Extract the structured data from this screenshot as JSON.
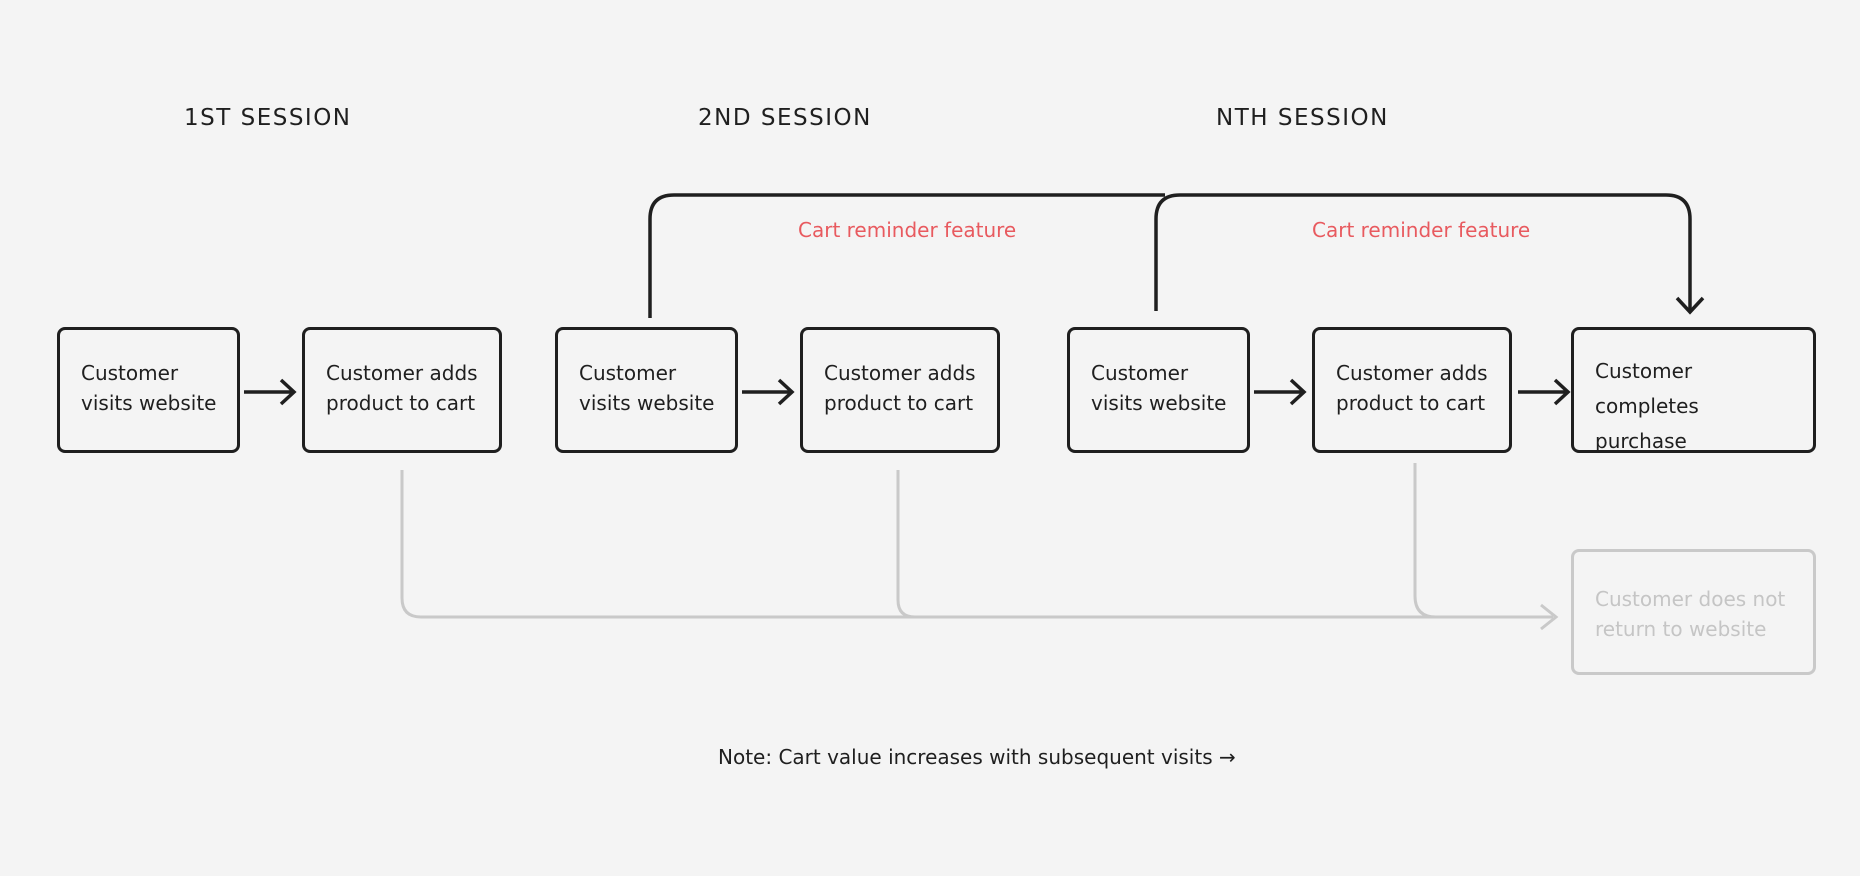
{
  "sessions": [
    {
      "title": "1ST SESSION"
    },
    {
      "title": "2ND SESSION"
    },
    {
      "title": "NTH SESSION"
    }
  ],
  "boxes": {
    "s1_visit": {
      "line1": "Customer",
      "line2": "visits website"
    },
    "s1_add": {
      "line1": "Customer adds",
      "line2": "product to cart"
    },
    "s2_visit": {
      "line1": "Customer",
      "line2": "visits website"
    },
    "s2_add": {
      "line1": "Customer adds",
      "line2": "product to cart"
    },
    "sn_visit": {
      "line1": "Customer",
      "line2": "visits website"
    },
    "sn_add": {
      "line1": "Customer adds",
      "line2": "product to cart"
    },
    "complete": {
      "line1": "Customer completes",
      "line2": "purchase"
    },
    "no_return": {
      "line1": "Customer does not",
      "line2": "return to website"
    }
  },
  "features": [
    {
      "label": "Cart reminder feature"
    },
    {
      "label": "Cart reminder feature"
    }
  ],
  "note": "Note: Cart value increases with subsequent visits →",
  "colors": {
    "ink": "#1f1f1f",
    "faded": "#c9c9c9",
    "accent": "#e85a5f",
    "background": "#f4f4f4"
  }
}
